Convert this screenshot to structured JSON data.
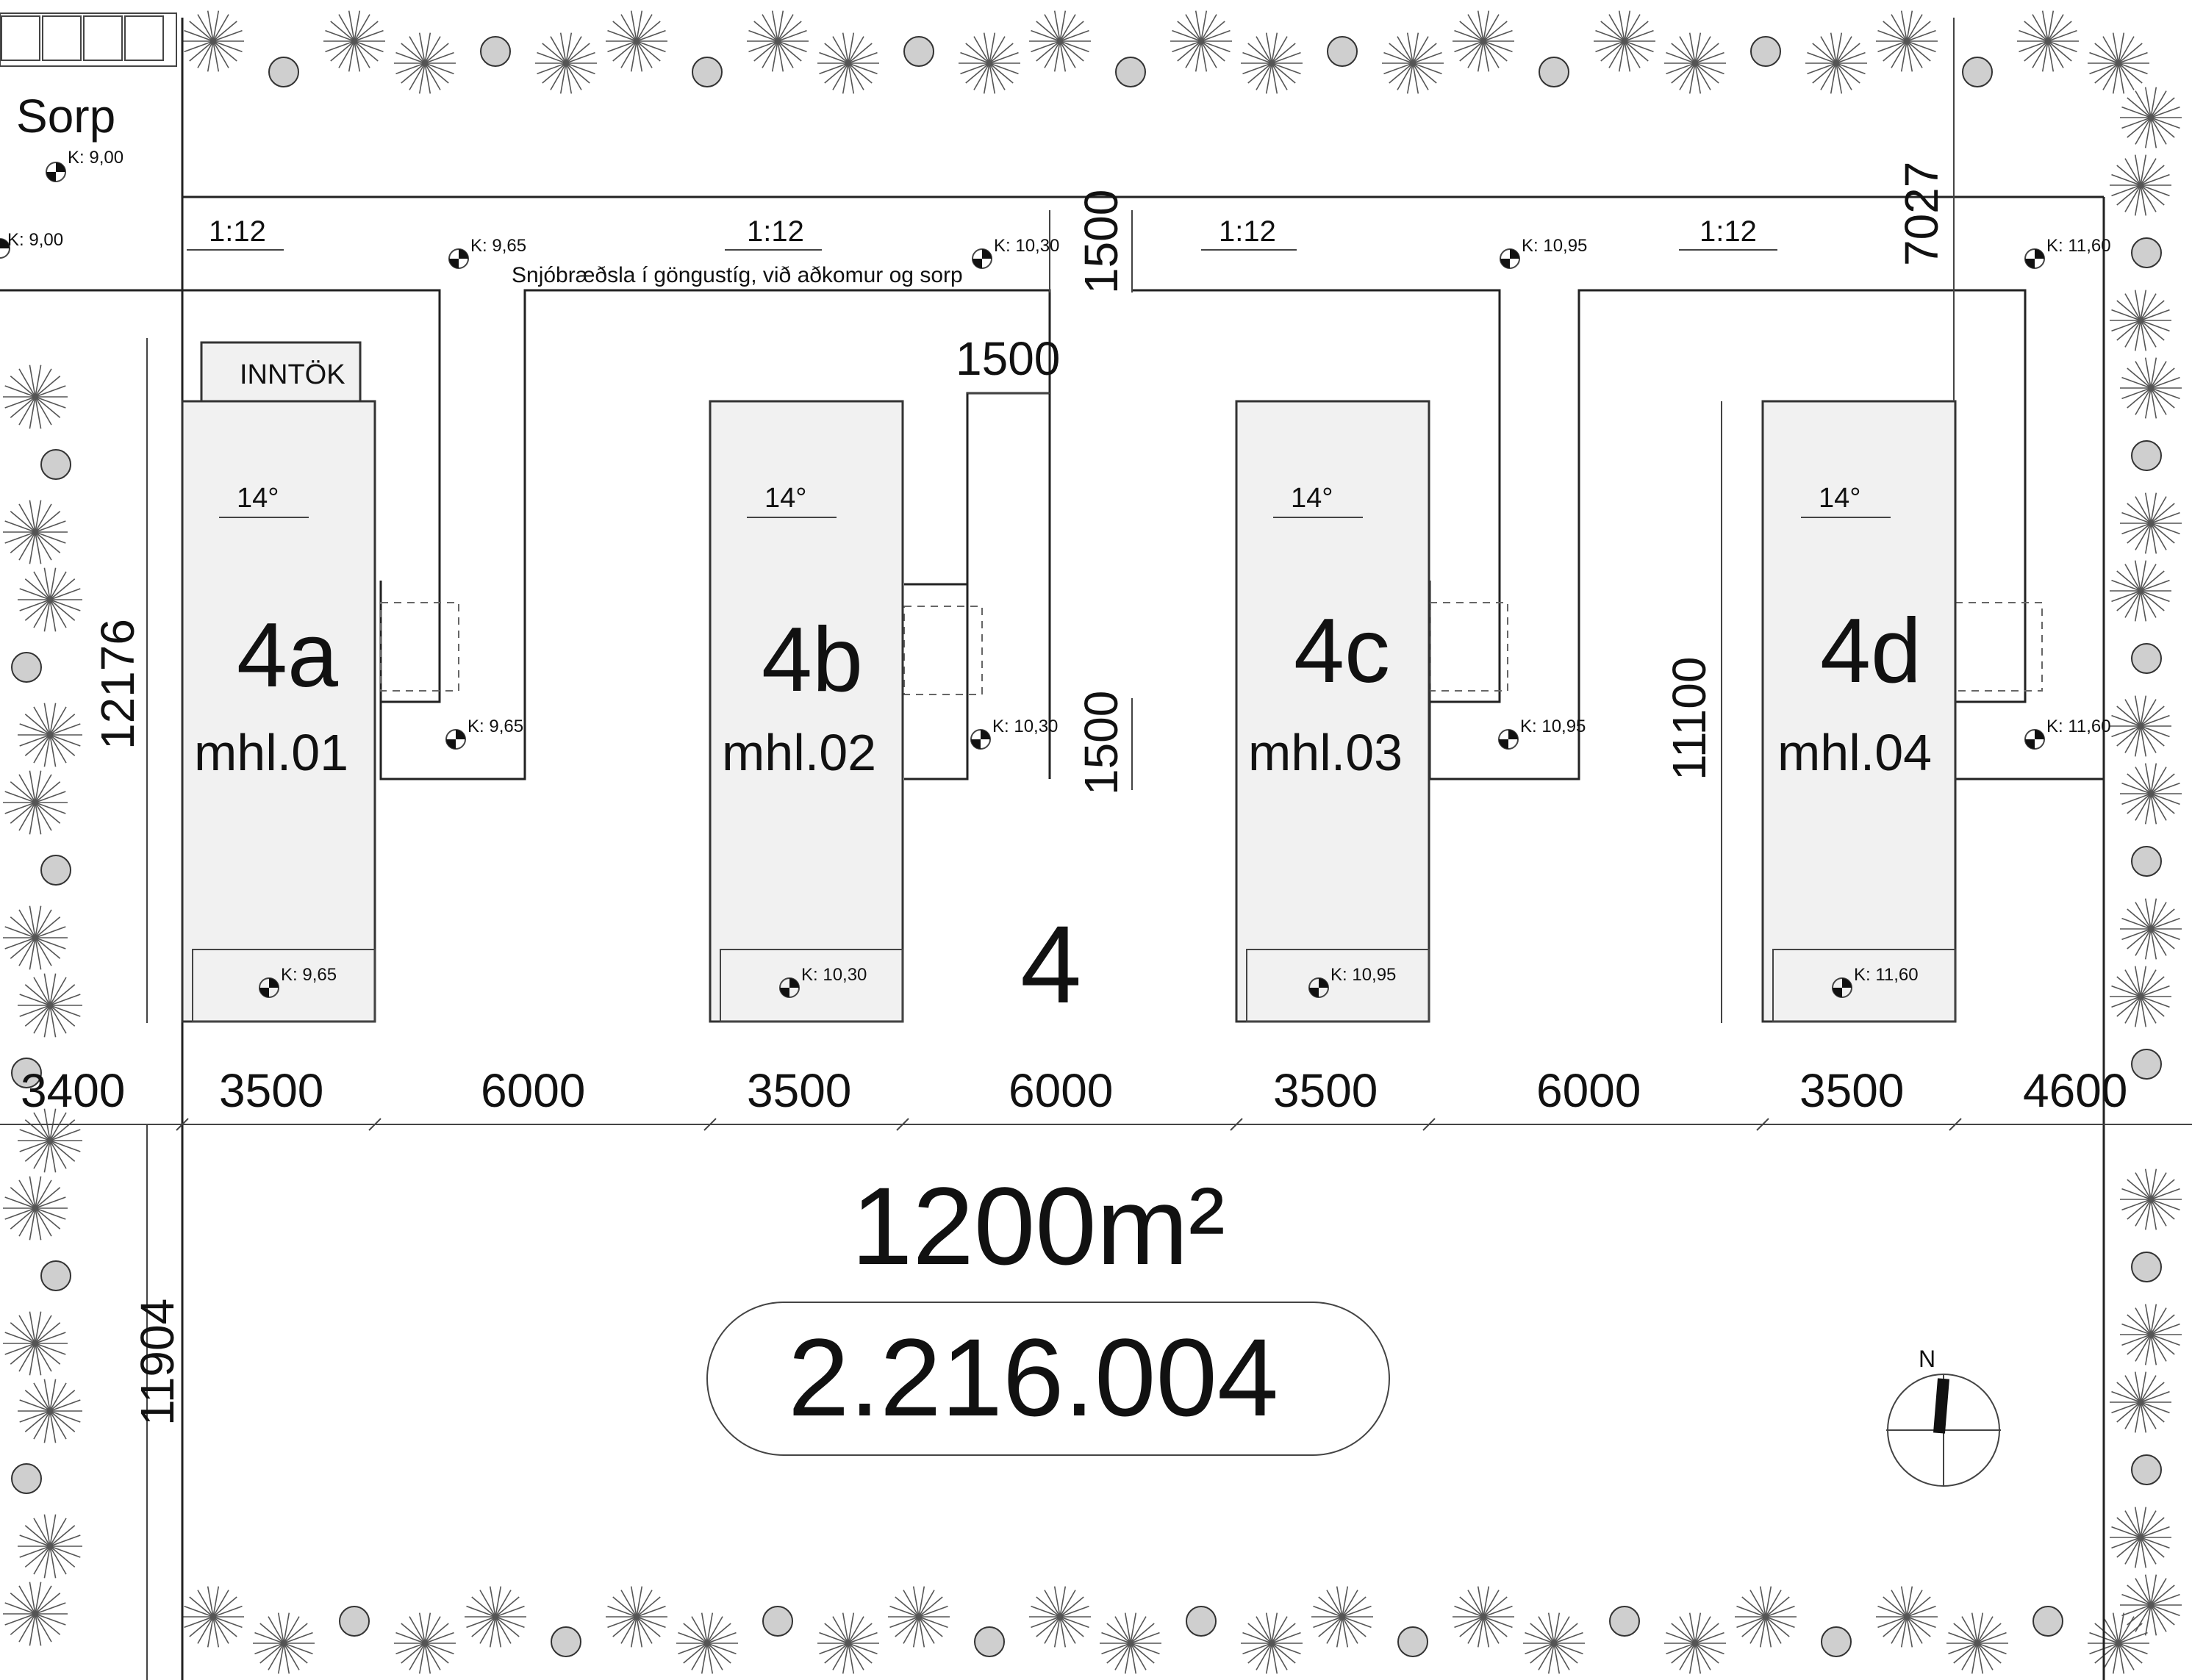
{
  "labels": {
    "sorp": "Sorp",
    "inntok": "INNTÖK",
    "snow_note": "Snjóbræðsla í göngustíg, við aðkomur og sorp",
    "lot_number": "4",
    "area": "1200m²",
    "parcel_id": "2.216.004",
    "north": "N"
  },
  "slopes": [
    "1:12",
    "1:12",
    "1:12",
    "1:12"
  ],
  "units": [
    {
      "id": "4a",
      "mhl": "mhl.01",
      "roof": "14°",
      "entry_level": "K: 9,65",
      "inner_level": "K: 9,65",
      "top_level": "K: 9,65"
    },
    {
      "id": "4b",
      "mhl": "mhl.02",
      "roof": "14°",
      "entry_level": "K: 10,30",
      "inner_level": "K: 10,30",
      "top_level": "K: 10,30"
    },
    {
      "id": "4c",
      "mhl": "mhl.03",
      "roof": "14°",
      "entry_level": "K: 10,95",
      "inner_level": "K: 10,95",
      "top_level": "K: 10,95"
    },
    {
      "id": "4d",
      "mhl": "mhl.04",
      "roof": "14°",
      "entry_level": "K: 11,60",
      "inner_level": "K: 11,60",
      "top_level": "K: 11,60"
    }
  ],
  "levels_misc": {
    "sorp_level": "K: 9,00",
    "path_start_level": "K: 9,00"
  },
  "dimensions": {
    "bottom": [
      "3400",
      "3500",
      "6000",
      "3500",
      "6000",
      "3500",
      "6000",
      "3500",
      "4600"
    ],
    "left_upper": "12176",
    "left_lower": "11904",
    "right_depth": "11100",
    "top_right": "7027",
    "gap_top": "1500",
    "gap_width": "1500",
    "gap_mid": "1500"
  }
}
